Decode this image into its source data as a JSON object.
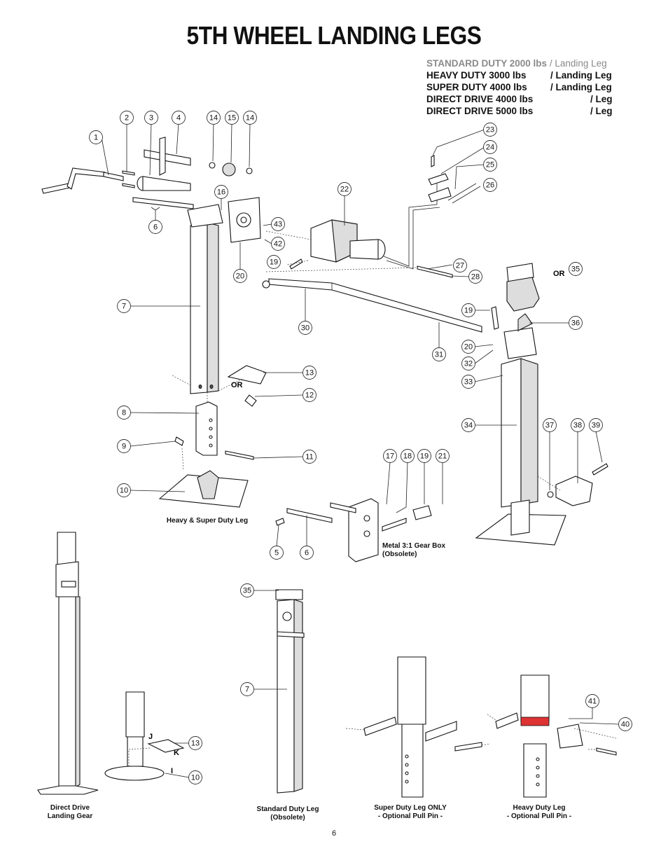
{
  "title": "5TH WHEEL LANDING LEGS",
  "specs": {
    "standard": {
      "name": "STANDARD DUTY 2000 lbs",
      "unit": "/ Landing Leg"
    },
    "heavy": {
      "name": "HEAVY DUTY 3000 lbs",
      "unit": "/ Landing Leg"
    },
    "super": {
      "name": "SUPER DUTY 4000 lbs",
      "unit": "/ Landing Leg"
    },
    "dd4000": {
      "name": "DIRECT DRIVE 4000 lbs",
      "unit": "/ Leg"
    },
    "dd5000": {
      "name": "DIRECT DRIVE 5000 lbs",
      "unit": "/ Leg"
    }
  },
  "captions": {
    "heavy_super": "Heavy & Super Duty Leg",
    "gear_box": [
      "Metal 3:1 Gear Box",
      "(Obsolete)"
    ],
    "direct_drive": [
      "Direct Drive",
      "Landing Gear"
    ],
    "standard_leg": [
      "Standard Duty Leg",
      "(Obsolete)"
    ],
    "super_pull_pin": [
      "Super Duty Leg ONLY",
      "- Optional Pull Pin -"
    ],
    "heavy_pull_pin": [
      "Heavy Duty Leg",
      "- Optional Pull Pin -"
    ]
  },
  "or_labels": [
    "OR",
    "OR"
  ],
  "pin_letters": [
    "J",
    "K",
    "I"
  ],
  "page_number": "6",
  "callouts": [
    "1",
    "2",
    "3",
    "4",
    "14",
    "15",
    "14",
    "16",
    "6",
    "22",
    "23",
    "24",
    "25",
    "26",
    "43",
    "42",
    "19",
    "20",
    "27",
    "28",
    "35",
    "7",
    "19",
    "30",
    "36",
    "20",
    "31",
    "32",
    "33",
    "13",
    "12",
    "8",
    "34",
    "37",
    "38",
    "39",
    "9",
    "11",
    "17",
    "18",
    "19",
    "21",
    "10",
    "5",
    "6",
    "35",
    "7",
    "13",
    "10",
    "41",
    "40"
  ]
}
